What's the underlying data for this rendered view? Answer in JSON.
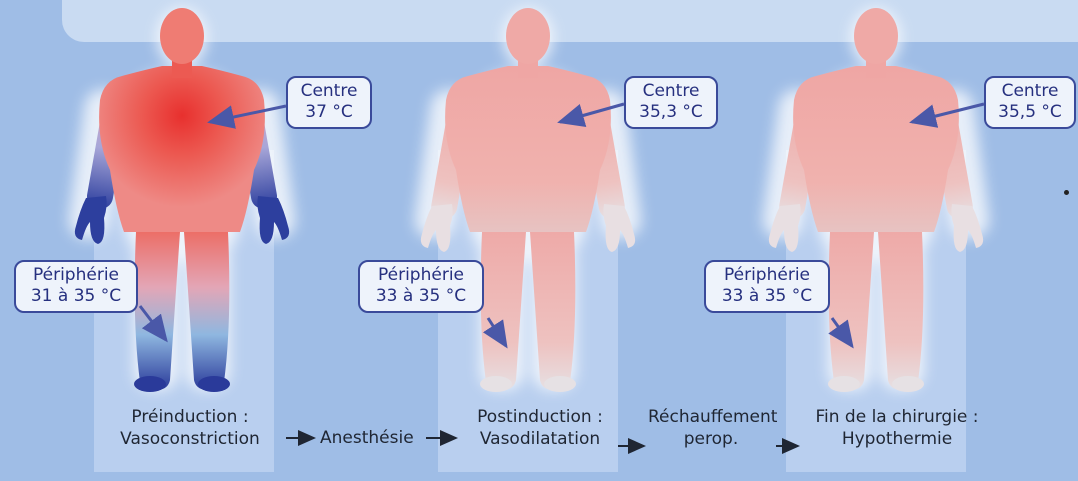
{
  "figures": [
    {
      "center": {
        "label": "Centre",
        "value": "37 °C"
      },
      "periphery": {
        "label": "Périphérie",
        "value": "31 à 35 °C"
      },
      "caption": {
        "line1": "Préinduction :",
        "line2": "Vasoconstriction"
      }
    },
    {
      "center": {
        "label": "Centre",
        "value": "35,3 °C"
      },
      "periphery": {
        "label": "Périphérie",
        "value": "33 à 35 °C"
      },
      "caption": {
        "line1": "Postinduction :",
        "line2": "Vasodilatation"
      }
    },
    {
      "center": {
        "label": "Centre",
        "value": "35,5 °C"
      },
      "periphery": {
        "label": "Périphérie",
        "value": "33 à 35 °C"
      },
      "caption": {
        "line1": "Fin de la chirurgie :",
        "line2": "Hypothermie"
      }
    }
  ],
  "transitions": {
    "step1": "Anesthésie",
    "step2_line1": "Réchauffement",
    "step2_line2": "perop."
  },
  "colors": {
    "background": "#9fbde6",
    "core_warm": "#e8413a",
    "body_pink": "#f0aaa8",
    "extremity_cold": "#2d3f9e",
    "callout_border": "#3a4a9a",
    "callout_text": "#26307f",
    "arrow": "#4a58a8"
  }
}
